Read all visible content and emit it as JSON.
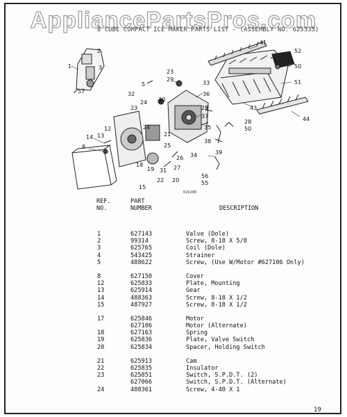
{
  "watermark": "AppliancePartsPros.com",
  "doc_title": "8 CUBE COMPACT ICE MAKER PARTS LIST - (ASSEMBLY NO. 625335)",
  "diagram_code": "62b288",
  "callouts": {
    "c1": "1",
    "c2": "2",
    "c3": "3",
    "c57": "57",
    "c41": "41",
    "c52": "52",
    "c50a": "50",
    "c51": "51",
    "c23a": "23",
    "c29": "29",
    "c5": "5",
    "c33": "33",
    "c36": "36",
    "c32": "32",
    "c24": "24",
    "c30": "30",
    "c25": "25",
    "c37": "37",
    "c43": "43",
    "c44": "44",
    "c28": "28",
    "c50b": "50",
    "c23b": "23",
    "c12": "12",
    "c13": "13",
    "c14": "14",
    "c8": "8",
    "c21": "21",
    "c35": "35",
    "c39": "39",
    "c38": "38",
    "c34": "34",
    "c26": "26",
    "c27": "27",
    "c31": "31",
    "c18": "18",
    "c19": "19",
    "c22": "22",
    "c20": "20",
    "c56": "56",
    "c55": "55",
    "c15": "15"
  },
  "headers": {
    "ref": "REF.\nNO.",
    "part": "PART\nNUMBER",
    "desc": "DESCRIPTION"
  },
  "groups": [
    [
      {
        "ref": "1",
        "part": "627143",
        "desc": "Valve (Dole)"
      },
      {
        "ref": "2",
        "part": "99314",
        "desc": "Screw, 8-18 X 5/8"
      },
      {
        "ref": "3",
        "part": "625765",
        "desc": "Coil (Dole)"
      },
      {
        "ref": "4",
        "part": "543425",
        "desc": "Strainer"
      },
      {
        "ref": "5",
        "part": "488622",
        "desc": "Screw, (Use W/Motor #627106 Only)"
      }
    ],
    [
      {
        "ref": "8",
        "part": "627150",
        "desc": "Cover"
      },
      {
        "ref": "12",
        "part": "625833",
        "desc": "Plate, Mounting"
      },
      {
        "ref": "13",
        "part": "625914",
        "desc": "Gear"
      },
      {
        "ref": "14",
        "part": "488363",
        "desc": "Screw, 8-18 X 1/2"
      },
      {
        "ref": "15",
        "part": "487927",
        "desc": "Screw, 8-18 X 1/2"
      }
    ],
    [
      {
        "ref": "17",
        "part": "625846",
        "desc": "Motor"
      },
      {
        "ref": "",
        "part": "627106",
        "desc": "Motor (Alternate)"
      },
      {
        "ref": "18",
        "part": "627163",
        "desc": "Spring"
      },
      {
        "ref": "19",
        "part": "625836",
        "desc": "Plate, Valve Switch"
      },
      {
        "ref": "20",
        "part": "625834",
        "desc": "Spacer, Holding Switch"
      }
    ],
    [
      {
        "ref": "21",
        "part": "625913",
        "desc": "Cam"
      },
      {
        "ref": "22",
        "part": "625835",
        "desc": "Insulator"
      },
      {
        "ref": "23",
        "part": "625851",
        "desc": "Switch, S.P.D.T. (2)"
      },
      {
        "ref": "",
        "part": "627066",
        "desc": "Switch, S.P.D.T. (Alternate)"
      },
      {
        "ref": "24",
        "part": "488361",
        "desc": "Screw, 4-40 X 1"
      }
    ]
  ],
  "page_number": "19"
}
